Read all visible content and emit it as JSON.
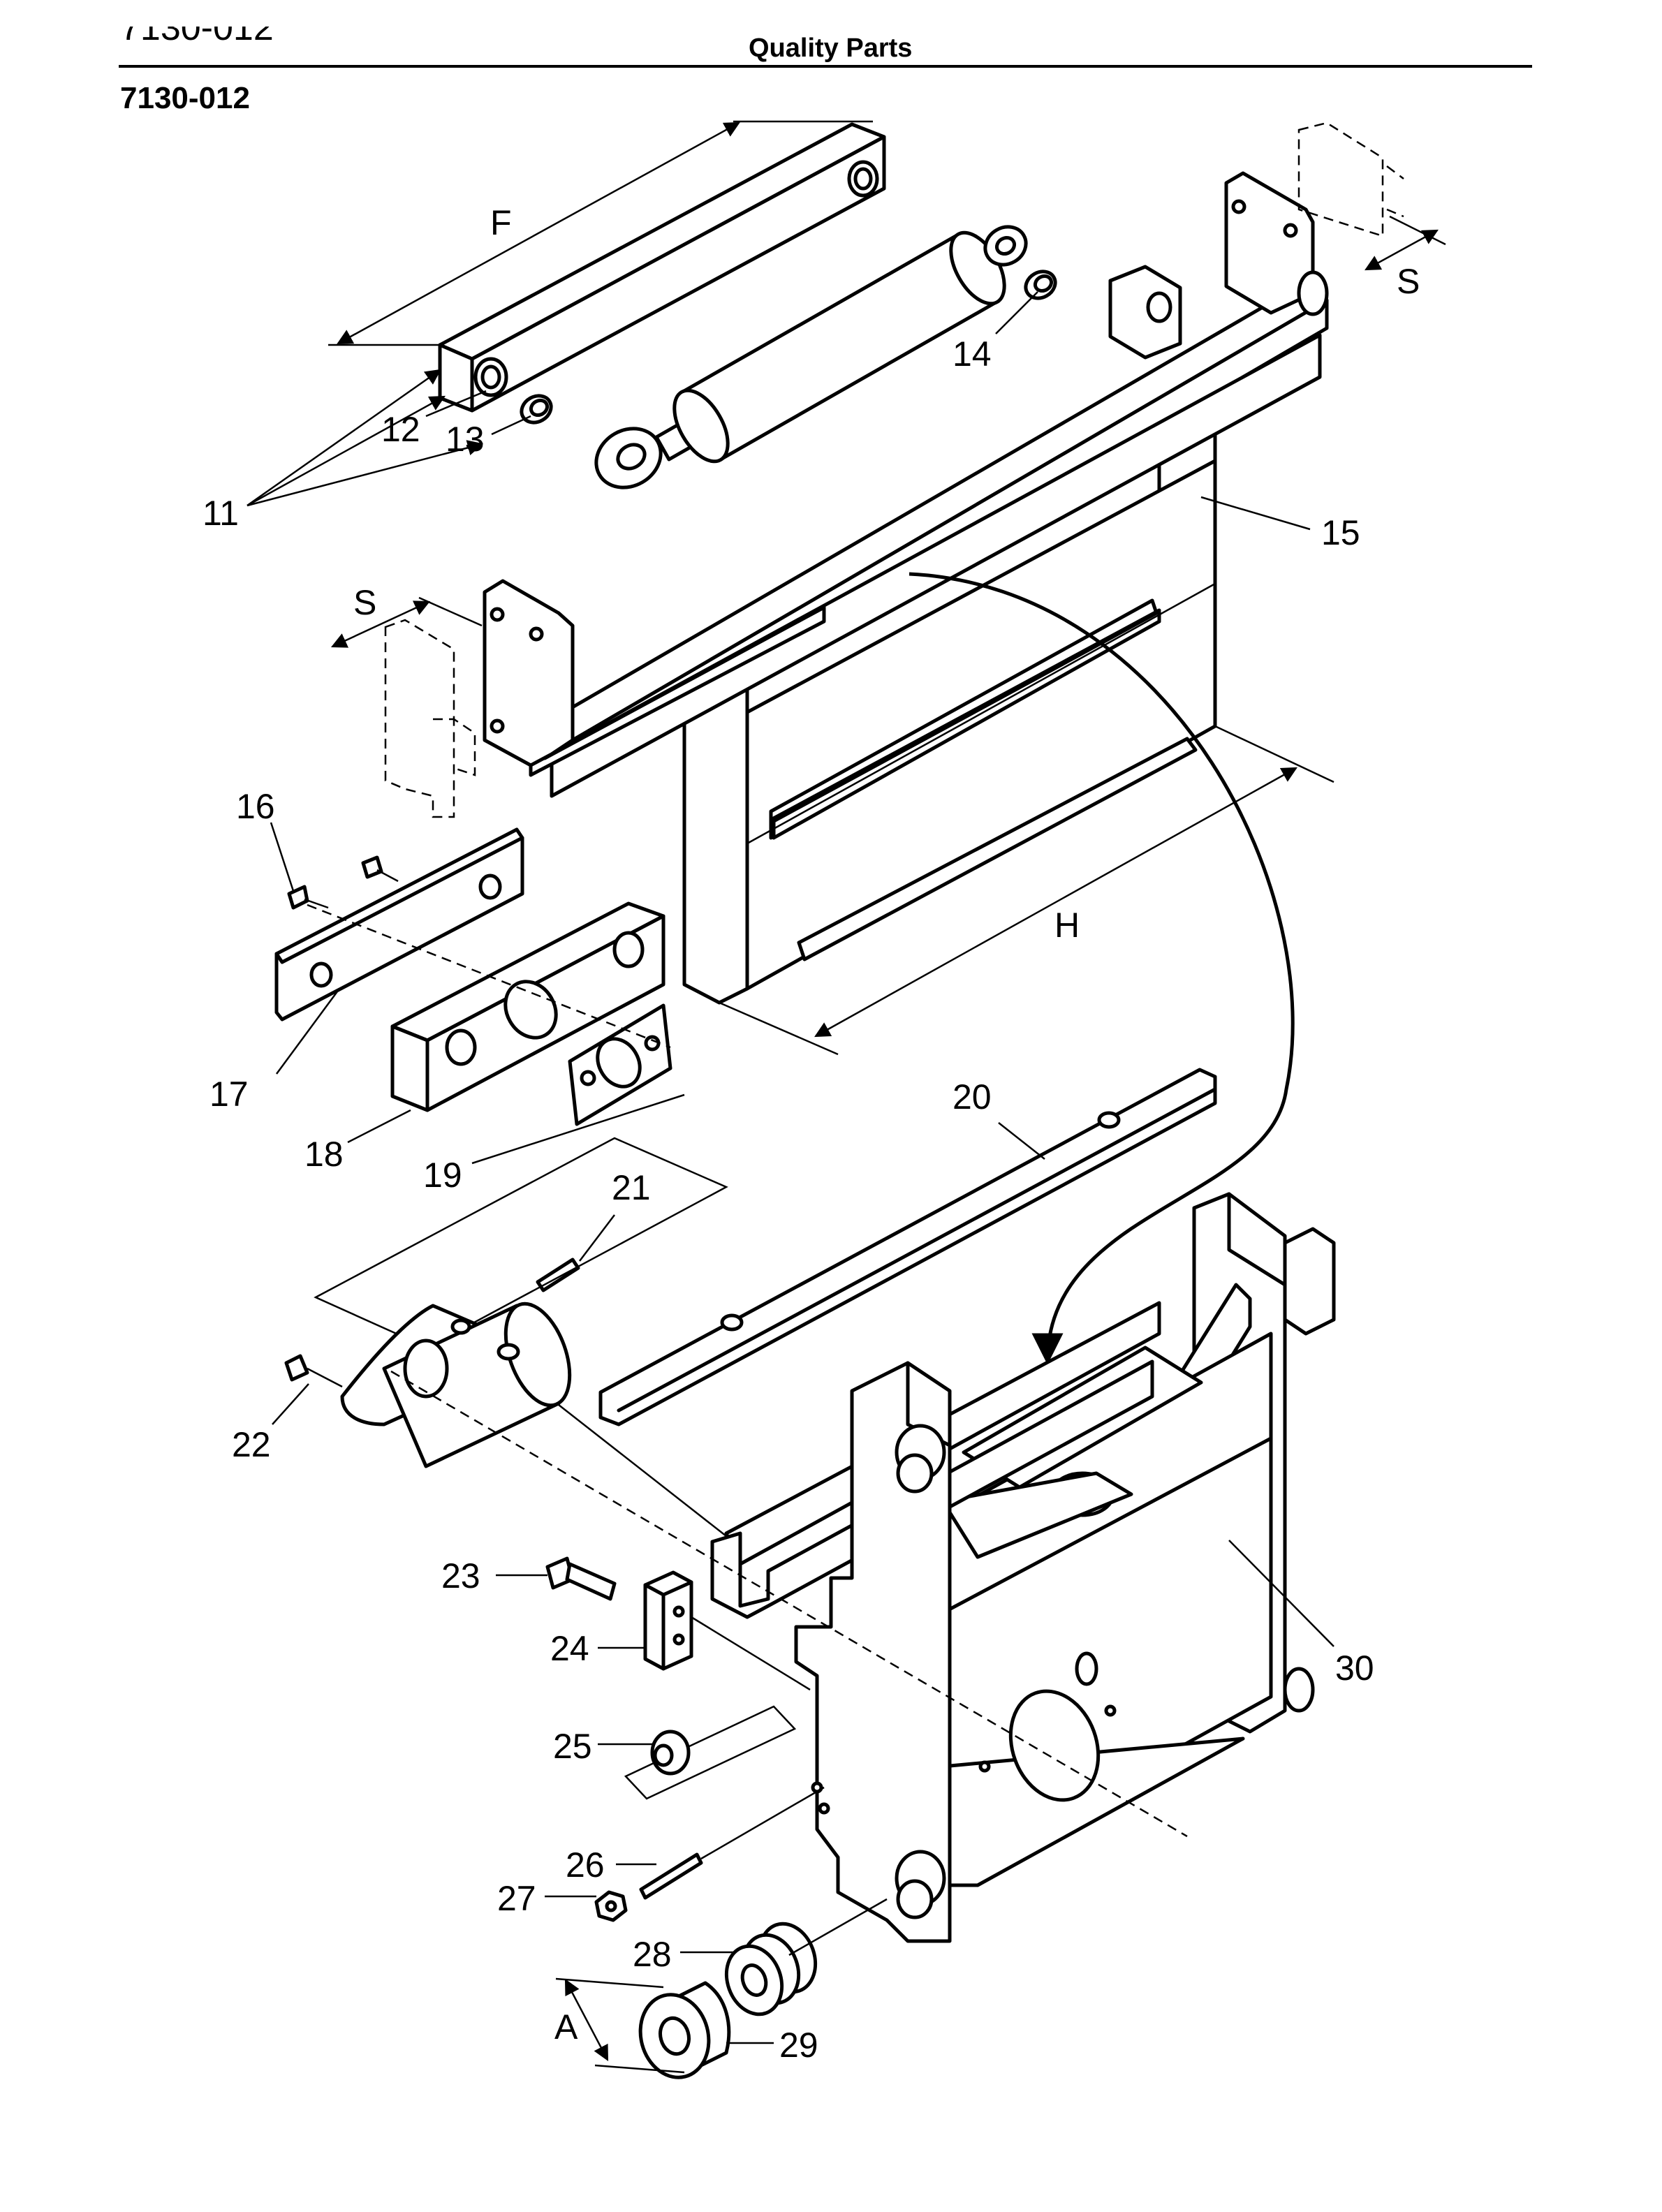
{
  "header": {
    "cut_code": "7130-012",
    "title": "Quality Parts",
    "page_code": "7130-012"
  },
  "callouts": [
    {
      "id": "F",
      "text": "F"
    },
    {
      "id": "S-top",
      "text": "S"
    },
    {
      "id": "S-left",
      "text": "S"
    },
    {
      "id": "H",
      "text": "H"
    },
    {
      "id": "A",
      "text": "A"
    },
    {
      "id": "11",
      "text": "11"
    },
    {
      "id": "12",
      "text": "12"
    },
    {
      "id": "13",
      "text": "13"
    },
    {
      "id": "14",
      "text": "14"
    },
    {
      "id": "15",
      "text": "15"
    },
    {
      "id": "16",
      "text": "16"
    },
    {
      "id": "17",
      "text": "17"
    },
    {
      "id": "18",
      "text": "18"
    },
    {
      "id": "19",
      "text": "19"
    },
    {
      "id": "20",
      "text": "20"
    },
    {
      "id": "21",
      "text": "21"
    },
    {
      "id": "22",
      "text": "22"
    },
    {
      "id": "23",
      "text": "23"
    },
    {
      "id": "24",
      "text": "24"
    },
    {
      "id": "25",
      "text": "25"
    },
    {
      "id": "26",
      "text": "26"
    },
    {
      "id": "27",
      "text": "27"
    },
    {
      "id": "28",
      "text": "28"
    },
    {
      "id": "29",
      "text": "29"
    },
    {
      "id": "30",
      "text": "30"
    }
  ]
}
